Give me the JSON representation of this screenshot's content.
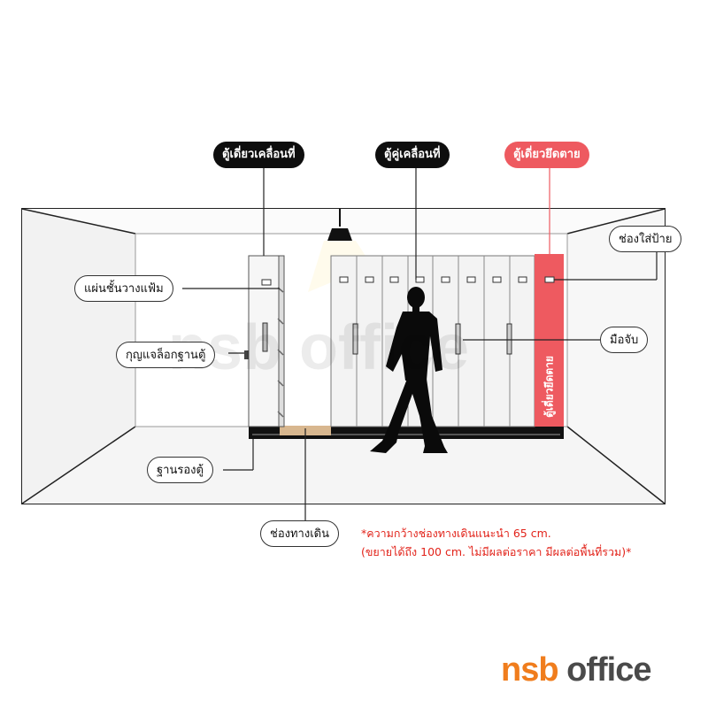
{
  "labels": {
    "single_mobile": "ตู้เดี่ยวเคลื่อนที่",
    "double_mobile": "ตู้คู่เคลื่อนที่",
    "single_fixed": "ตู้เดี่ยวยึดตาย",
    "label_slot": "ช่องใส่ป้าย",
    "shelf": "แผ่นชั้นวางแฟ้ม",
    "base_lock": "กุญแจล็อกฐานตู้",
    "handle": "มือจับ",
    "base": "ฐานรองตู้",
    "aisle": "ช่องทางเดิน"
  },
  "cabinet_side_text": "ตู้เดี่ยวยึดตาย",
  "note": {
    "line1": "*ความกว้างช่องทางเดินแนะนำ 65 cm.",
    "line2": "(ขยายได้ถึง 100 cm. ไม่มีผลต่อราคา มีผลต่อพื้นที่รวม)*"
  },
  "logo": {
    "part1": "nsb",
    "part2": " office"
  },
  "watermark": "nsb office",
  "colors": {
    "accent_red": "#ee5a60",
    "label_dark": "#0e0e0e",
    "note_red": "#e2231a",
    "logo_orange": "#f07d1d",
    "logo_gray": "#4a4a4a"
  }
}
